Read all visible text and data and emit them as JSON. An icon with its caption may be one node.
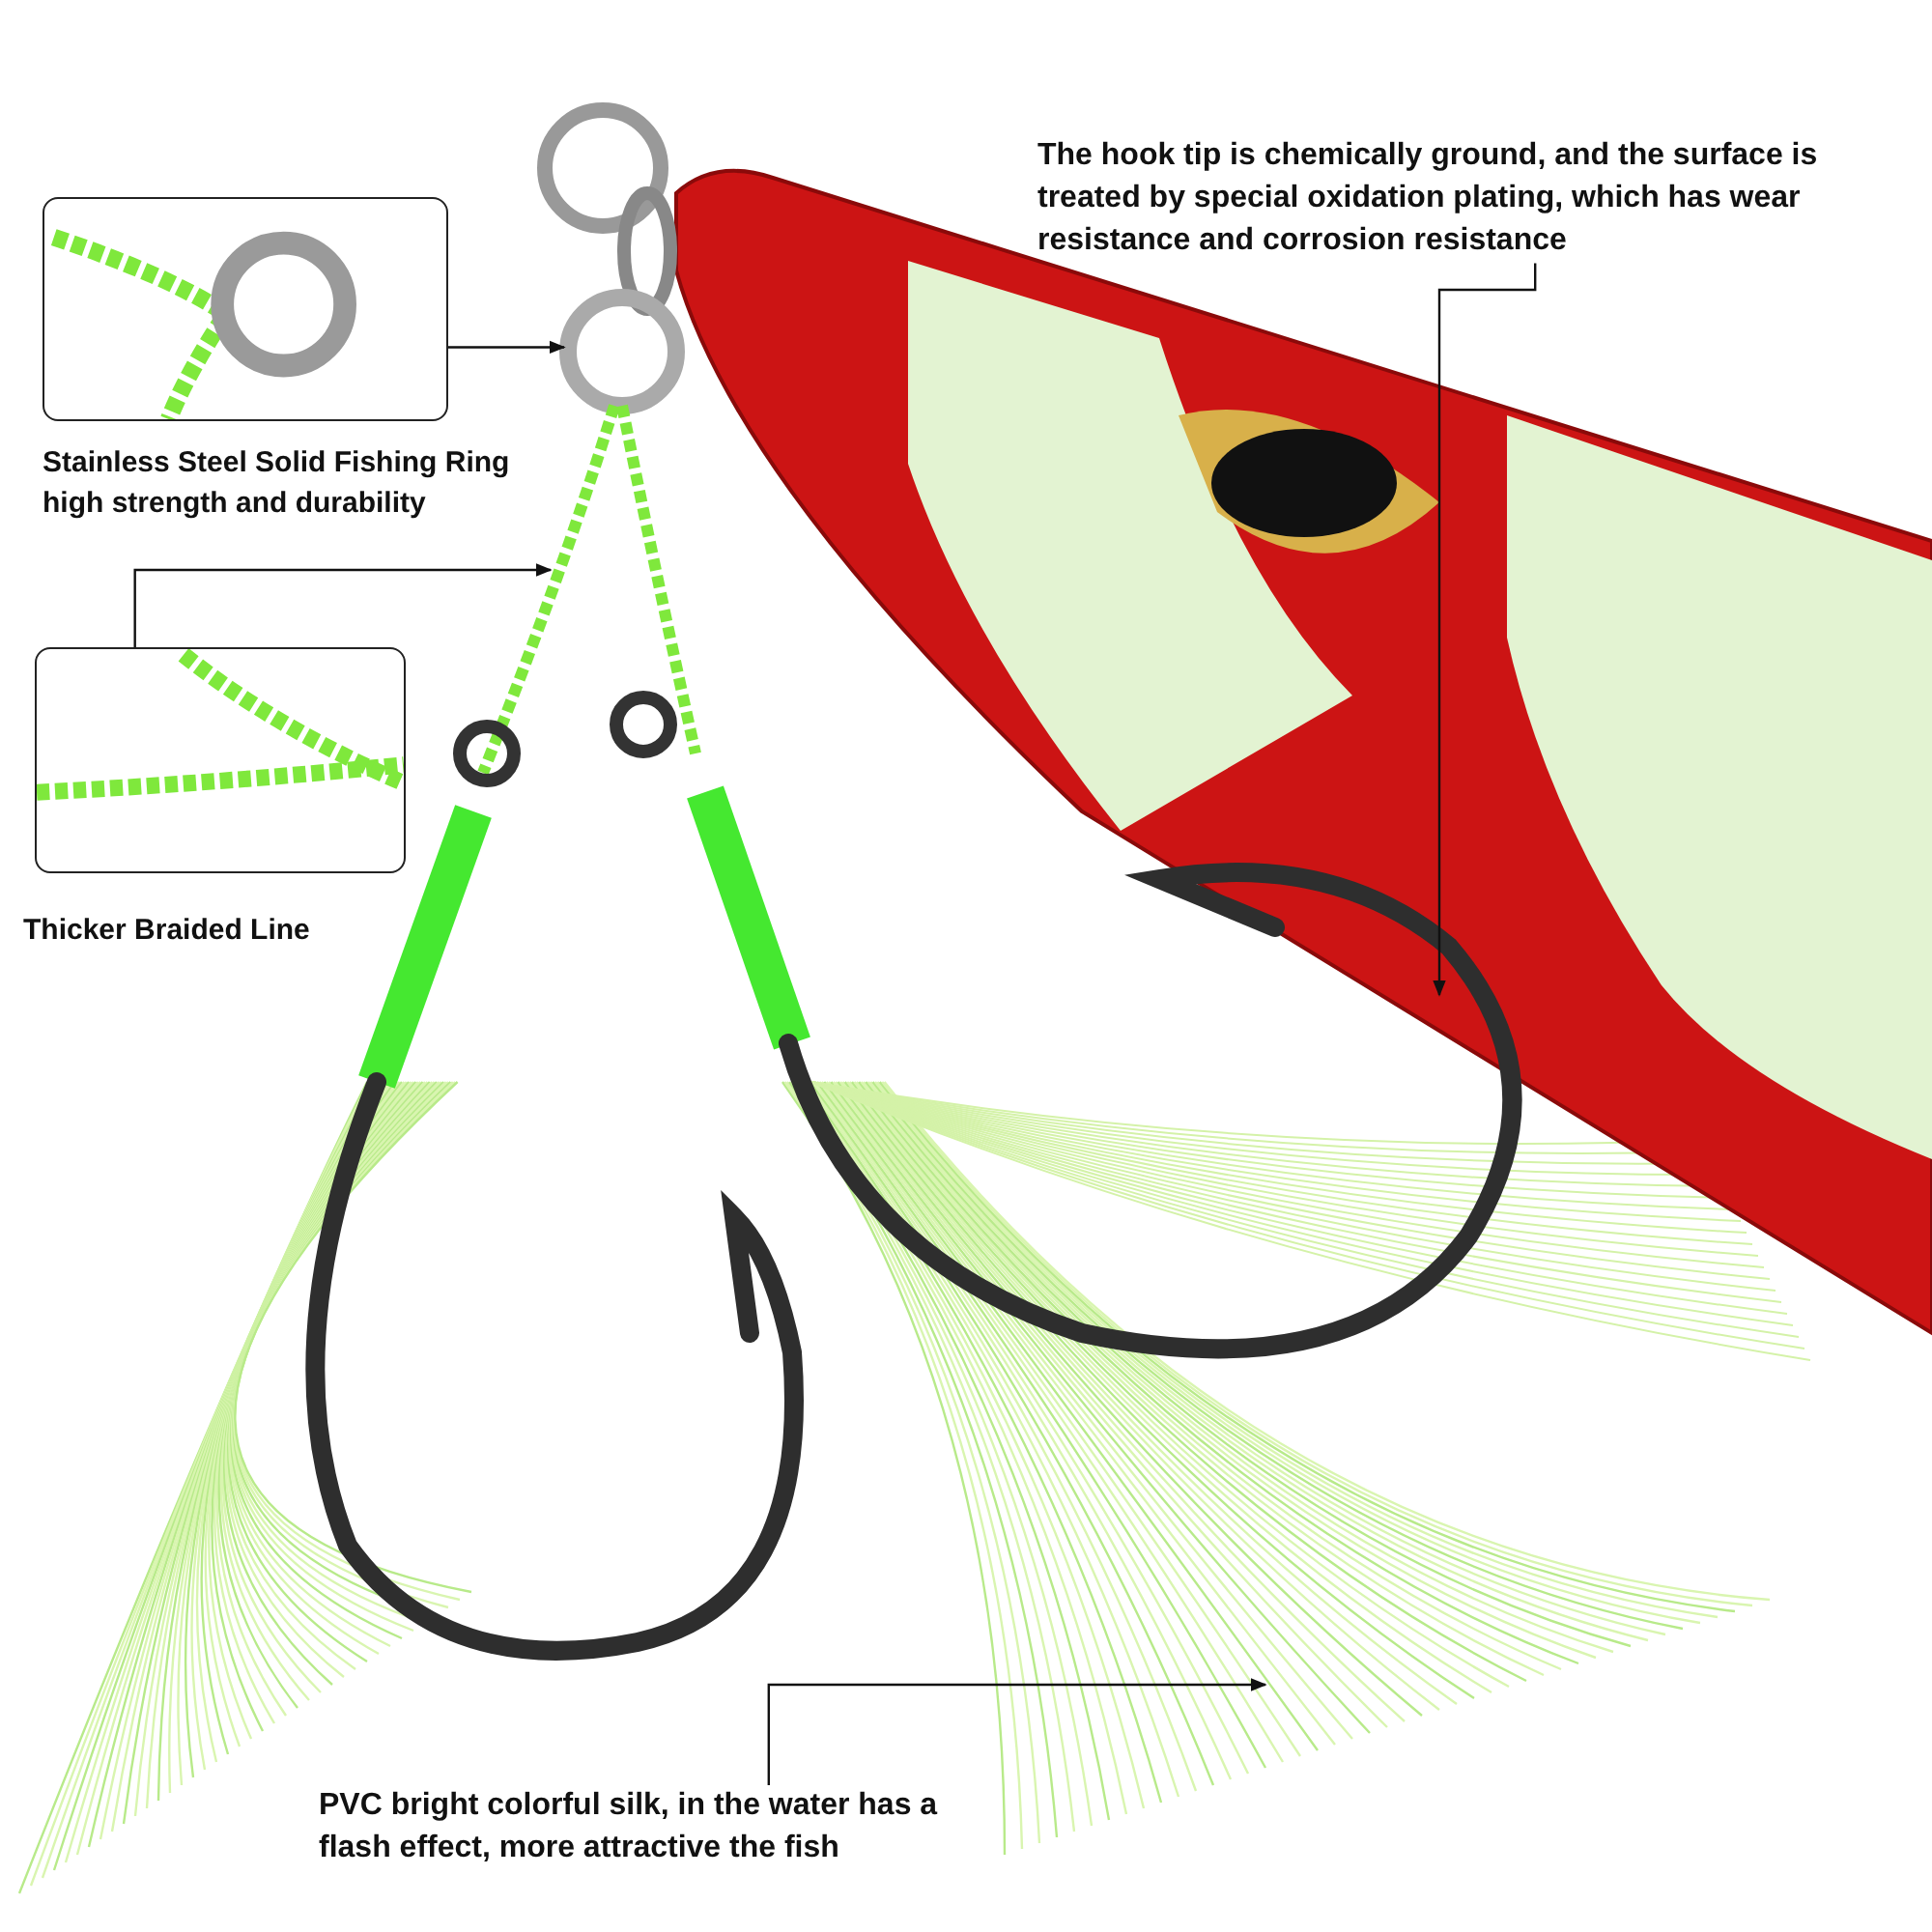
{
  "diagram": {
    "nodes": [
      {
        "text": [],
        "shape": "picture",
        "beside": [
          "Stainless Steel Solid Fishing Ring high strength and durability"
        ]
      },
      {
        "text": [],
        "shape": "picture",
        "beside": [
          "Thicker Braided Line"
        ]
      },
      {
        "text": [
          "The hook tip is chemically ground, and the surface is treated by special oxidation plating, which has wear resistance and corrosion resistance"
        ]
      },
      {
        "text": [
          "PVC bright colorful silk, in the water has a flash effect, more attractive the fish"
        ]
      }
    ],
    "edges": [
      {
        "from": 0,
        "to": null,
        "arrow": "to"
      },
      {
        "from": 1,
        "to": null,
        "arrow": "to"
      },
      {
        "from": 2,
        "to": null,
        "arrow": "to"
      },
      {
        "from": 3,
        "to": null,
        "arrow": "to"
      }
    ]
  }
}
